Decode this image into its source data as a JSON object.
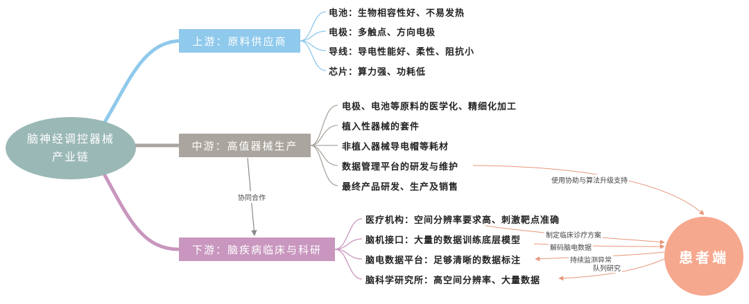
{
  "root": {
    "line1": "脑神经调控器械",
    "line2": "产业链"
  },
  "upstream": {
    "title": "上游：原料供应商",
    "items": [
      "电池：生物相容性好、不易发热",
      "电极：多触点、方向电极",
      "导线：导电性能好、柔性、阻抗小",
      "芯片：算力强、功耗低"
    ]
  },
  "midstream": {
    "title": "中游：高值器械生产",
    "items": [
      "电极、电池等原料的医学化、精细化加工",
      "植入性器械的套件",
      "非植入器械导电帽等耗材",
      "数据管理平台的研发与维护",
      "最终产品研发、生产及销售"
    ]
  },
  "downstream": {
    "title": "下游：脑疾病临床与科研",
    "items": [
      "医疗机构：空间分辨率要求高、刺激靶点准确",
      "脑机接口：大量的数据训练底层模型",
      "脑电数据平台：足够清晰的数据标注",
      "脑科学研究所：高空间分辨率、大量数据"
    ]
  },
  "cooperation_label": "协同合作",
  "patient": "患者端",
  "notes": {
    "algorithm": "使用协助与算法升级支持",
    "plan": "制定临床诊疗方案",
    "decode": "解码脑电数据",
    "monitor": "持续监测异常",
    "cohort": "队列研究"
  },
  "colors": {
    "upstream": "#8fc9ec",
    "midstream": "#aaa59e",
    "downstream": "#c896be",
    "root": "#9ab8b6",
    "patient": "#f6a88e",
    "arrow": "#e8967a"
  }
}
